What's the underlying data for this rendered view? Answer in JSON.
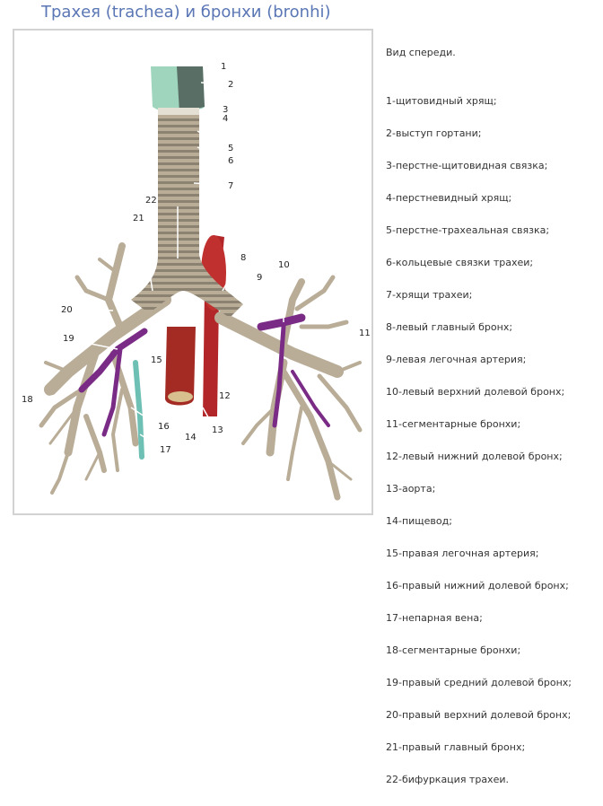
{
  "page": {
    "title": "Трахея (trachea) и бронхи (bronhi)"
  },
  "figure": {
    "colors": {
      "airway": "#b9ad98",
      "airway_ring": "#8c8272",
      "cartilage": "#9fd5bd",
      "aorta": "#b2262a",
      "esophagus": "#a32b24",
      "pulmonary_artery": "#7a2b86",
      "azygos_vein": "#6ec0b4",
      "leader_line": "#ffffff"
    },
    "labels": [
      "1",
      "2",
      "3",
      "4",
      "5",
      "6",
      "7",
      "8",
      "9",
      "10",
      "11",
      "12",
      "13",
      "14",
      "15",
      "16",
      "17",
      "18",
      "19",
      "20",
      "21",
      "22"
    ]
  },
  "legend": {
    "view": "Вид спереди.",
    "items": [
      "1-щитовидный хрящ;",
      "2-выступ гортани;",
      "3-перстне-щитовидная связка;",
      "4-перстневидный хрящ;",
      "5-перстне-трахеальная связка;",
      "6-кольцевые связки трахеи;",
      "7-хрящи трахеи;",
      "8-левый главный бронх;",
      "9-левая легочная артерия;",
      "10-левый верхний долевой бронх;",
      "11-сегментарные бронхи;",
      "12-левый нижний долевой бронх;",
      "13-аорта;",
      "14-пищевод;",
      "15-правая легочная артерия;",
      "16-правый нижний долевой бронх;",
      "17-непарная вена;",
      "18-сегментарные бронхи;",
      "19-правый средний долевой бронх;",
      "20-правый верхний долевой бронх;",
      "21-правый главный бронх;",
      "22-бифуркация трахеи."
    ]
  }
}
